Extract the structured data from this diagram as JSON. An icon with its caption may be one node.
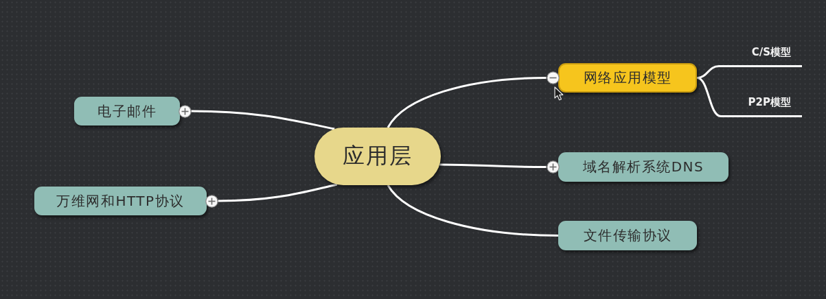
{
  "diagram": {
    "nodes": [
      {
        "text": [
          "应用层"
        ]
      },
      {
        "text": [
          "网络应用模型"
        ]
      },
      {
        "text": [
          "C/S模型"
        ]
      },
      {
        "text": [
          "P2P模型"
        ]
      },
      {
        "text": [
          "域名解析系统DNS"
        ]
      },
      {
        "text": [
          "文件传输协议"
        ]
      },
      {
        "text": [
          "电子邮件"
        ]
      },
      {
        "text": [
          "万维网和HTTP协议"
        ]
      }
    ],
    "edges": [
      {
        "from": 0,
        "to": 1,
        "arrow": "none"
      },
      {
        "from": 1,
        "to": 2,
        "arrow": "none"
      },
      {
        "from": 1,
        "to": 3,
        "arrow": "none"
      },
      {
        "from": 0,
        "to": 4,
        "arrow": "none"
      },
      {
        "from": 0,
        "to": 5,
        "arrow": "none"
      },
      {
        "from": 0,
        "to": 6,
        "arrow": "none"
      },
      {
        "from": 0,
        "to": 7,
        "arrow": "none"
      }
    ]
  }
}
